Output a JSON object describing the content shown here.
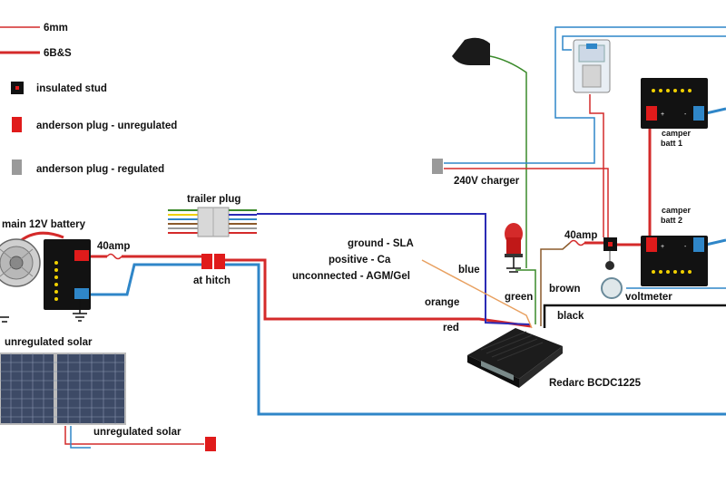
{
  "legend": {
    "thin_wire": "6mm",
    "thick_wire": "6B&S",
    "insulated_stud": "insulated stud",
    "anderson_unregulated": "anderson plug - unregulated",
    "anderson_regulated": "anderson plug - regulated"
  },
  "labels": {
    "main_battery": "main 12V battery",
    "fuse_left": "40amp",
    "trailer_plug": "trailer plug",
    "at_hitch": "at hitch",
    "unregulated_solar_top": "unregulated solar",
    "unregulated_solar_bottom": "unregulated solar",
    "charger": "240V charger",
    "ground_sla": "ground - SLA",
    "positive_ca": "positive - Ca",
    "unconnected_agm": "unconnected - AGM/Gel",
    "wire_blue": "blue",
    "wire_orange": "orange",
    "wire_red": "red",
    "wire_green": "green",
    "wire_brown": "brown",
    "wire_black": "black",
    "fuse_right": "40amp",
    "voltmeter": "voltmeter",
    "camper_batt1_line1": "camper",
    "camper_batt1_line2": "batt 1",
    "camper_batt2_line1": "camper",
    "camper_batt2_line2": "batt 2",
    "redarc": "Redarc BCDC1225",
    "plus": "+",
    "minus": "-"
  },
  "colors": {
    "red_wire": "#d42a2a",
    "blue_wire": "#2f86c8",
    "dark_blue_wire": "#2b2bb5",
    "orange_wire": "#e8a060",
    "green_wire": "#3a8a2a",
    "brown_wire": "#8b5a2b",
    "black_wire": "#111111",
    "anderson_unregulated": "#e01b1b",
    "anderson_regulated": "#9a9a9a"
  }
}
